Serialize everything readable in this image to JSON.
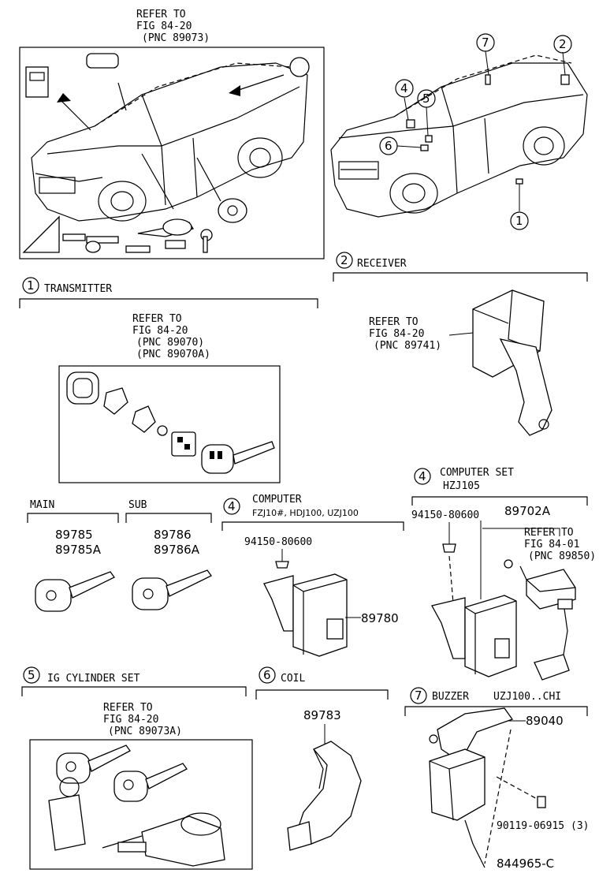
{
  "top_left": {
    "refer": "REFER TO",
    "fig": "FIG 84-20",
    "pnc": "(PNC 89073)"
  },
  "callouts": [
    "7",
    "2",
    "4",
    "5",
    "6",
    "1"
  ],
  "receiver": {
    "num": "2",
    "title": "RECEIVER",
    "refer": "REFER TO",
    "fig": "FIG 84-20",
    "pnc": "(PNC 89741)"
  },
  "transmitter": {
    "num": "1",
    "title": "TRANSMITTER",
    "refer": "REFER TO",
    "fig": "FIG 84-20",
    "pnc1": "(PNC 89070)",
    "pnc2": "(PNC 89070A)"
  },
  "main_key": {
    "label": "MAIN",
    "p1": "89785",
    "p2": "89785A"
  },
  "sub_key": {
    "label": "SUB",
    "p1": "89786",
    "p2": "89786A"
  },
  "computer": {
    "num": "4",
    "title": "COMPUTER",
    "models": "FZJ10#, HDJ100, UZJ100",
    "bolt": "94150-80600",
    "part": "89780"
  },
  "computer_set": {
    "num": "4",
    "title": "COMPUTER SET",
    "model": "HZJ105",
    "bolt": "94150-80600",
    "part": "89702A",
    "refer": "REFER TO",
    "fig": "FIG 84-01",
    "pnc": "(PNC 89850)"
  },
  "ig_cylinder": {
    "num": "5",
    "title": "IG CYLINDER SET",
    "refer": "REFER TO",
    "fig": "FIG 84-20",
    "pnc": "(PNC 89073A)"
  },
  "coil": {
    "num": "6",
    "title": "COIL",
    "part": "89783"
  },
  "buzzer": {
    "num": "7",
    "title": "BUZZER",
    "model": "UZJ100..CHI",
    "part": "89040",
    "bolt": "90119-06915",
    "qty": "(3)"
  },
  "diagram_id": "844965-C"
}
